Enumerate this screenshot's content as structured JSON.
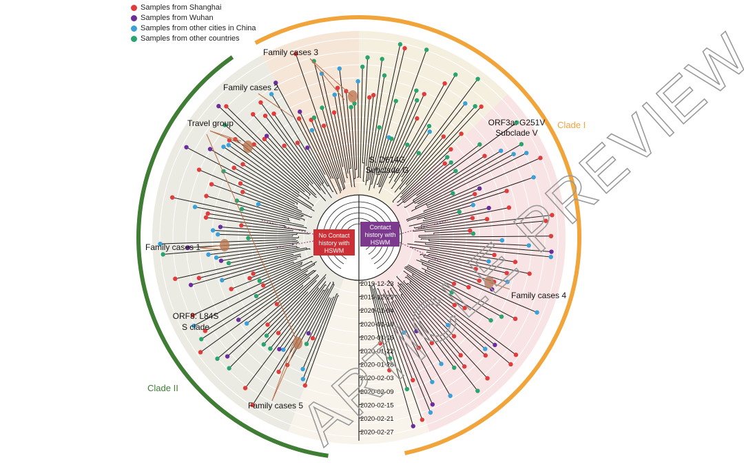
{
  "legend": [
    {
      "label": "Samples from Shanghai",
      "color": "#e03c3c"
    },
    {
      "label": "Samples from Wuhan",
      "color": "#6a2d9c"
    },
    {
      "label": "Samples from other cities in China",
      "color": "#3aa0d8"
    },
    {
      "label": "Samples from other countries",
      "color": "#2aa46e"
    }
  ],
  "colors": {
    "clade1": "#f0a43a",
    "clade2": "#3e7d33",
    "no_contact_box": "#cc2f35",
    "contact_box": "#7b3a8e",
    "cluster_highlight": "#b8704a"
  },
  "clades": {
    "clade1": "Clade I",
    "clade2": "Clade II"
  },
  "subclades": {
    "orf3a_line1": "ORF3a: G251V",
    "orf3a_line2": "Subclade V",
    "s_line1": "S: D614G",
    "s_line2": "Subclade G",
    "orf8_line1": "ORF8: L84S",
    "orf8_line2": "S clade"
  },
  "groups": {
    "family1": "Family cases 1",
    "family2": "Family cases 2",
    "family3": "Family cases 3",
    "family4": "Family cases 4",
    "family5": "Family cases 5",
    "travel": "Travel group"
  },
  "boxes": {
    "no_contact": [
      "No Contact",
      "history with",
      "HSWM"
    ],
    "contact": [
      "Contact",
      "history with",
      "HSWM"
    ]
  },
  "dates": [
    "2019-12-23",
    "2019-12-29",
    "2020-01-04",
    "2020-01-10",
    "2020-01-16",
    "2020-01-22",
    "2020-01-28",
    "2020-02-03",
    "2020-02-09",
    "2020-02-15",
    "2020-02-21",
    "2020-02-27"
  ],
  "watermark": "ARTICLE PREVIEW"
}
